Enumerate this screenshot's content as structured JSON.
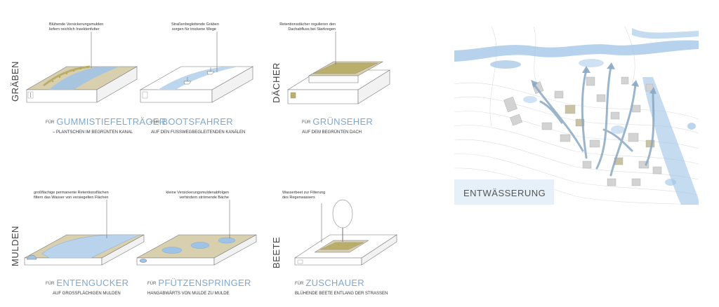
{
  "colors": {
    "water": "#9fc3e6",
    "soil": "#d8cfae",
    "green": "#b9ae6a",
    "arrow": "#8aa9c4",
    "accent": "#7ea9cf"
  },
  "sections": {
    "graeben": "GRÄBEN",
    "daecher": "DÄCHER",
    "mulden": "MULDEN",
    "beete": "BEETE"
  },
  "annotations": {
    "a1": [
      "Blühende Versickerungsmulden",
      "liefern reichlich Insektenfutter"
    ],
    "a2": [
      "Straßenbegleitende Gräben",
      "sorgen für trockene Wege"
    ],
    "a3": [
      "Retentionsdächer regulieren den",
      "Dachabfluss bei Starkregen"
    ],
    "a4": [
      "großflächige permanente Retentionsflächen",
      "filtern das Wasser von versiegelten Flächen"
    ],
    "a5": [
      "kleine Versickerungsmuldenabfolgen",
      "verhindern strömende Bäche"
    ],
    "a6": [
      "Wasserbeet zur Filterung",
      "des Regenwassers"
    ]
  },
  "captions": {
    "c1": {
      "fuer": "FÜR",
      "title": "GUMMISTIEFELTRÄGER",
      "sub": "– PLANTSCHEN IM BEGRÜNTEN KANAL"
    },
    "c2": {
      "fuer": "FÜR",
      "title": "BOOTSFAHRER",
      "sub": "AUF DEN FUSSWEGBEGLEITENDEN KANÄLEN"
    },
    "c3": {
      "fuer": "FÜR",
      "title": "GRÜNSEHER",
      "sub": "AUF DEM BEGRÜNTEN DACH"
    },
    "c4": {
      "fuer": "FÜR",
      "title": "ENTENGUCKER",
      "sub": "AUF GROSSFLÄCHIGEN MULDEN"
    },
    "c5": {
      "fuer": "FÜR",
      "title": "PFÜTZENSPRINGER",
      "sub": "HANGABWÄRTS VON MULDE ZU MULDE"
    },
    "c6": {
      "fuer": "FÜR",
      "title": "ZUSCHAUER",
      "sub": "BLÜHENDE BEETE ENTLANG DER STRASSEN"
    }
  },
  "map": {
    "label": "ENTWÄSSERUNG"
  }
}
